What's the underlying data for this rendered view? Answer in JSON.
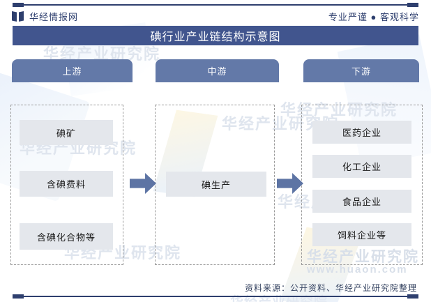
{
  "header": {
    "brand_name": "华经情报网",
    "slogan": "专业严谨 ● 客观科学",
    "logo_icon": "open-book-icon",
    "title": "碘行业产业链结构示意图",
    "title_band_color": "#41558e",
    "rule_color": "#2e3f6e"
  },
  "diagram": {
    "arrow_color": "#5d74a4",
    "node_color": "#e4e7ec",
    "stage_header_color": "#6379a8",
    "dashed_border_color": "#9a9a9a",
    "stages": [
      {
        "key": "upstream",
        "label": "上游",
        "nodes": [
          "碘矿",
          "含碘费料",
          "含碘化合物等"
        ]
      },
      {
        "key": "midstream",
        "label": "中游",
        "nodes": [
          "碘生产"
        ]
      },
      {
        "key": "downstream",
        "label": "下游",
        "nodes": [
          "医药企业",
          "化工企业",
          "食品企业",
          "饲料企业等"
        ]
      }
    ]
  },
  "watermarks": {
    "text": "华经产业研究院",
    "url": "www.huaon.com"
  },
  "footer": {
    "source": "资料来源：公开资料、华经产业研究院整理"
  }
}
